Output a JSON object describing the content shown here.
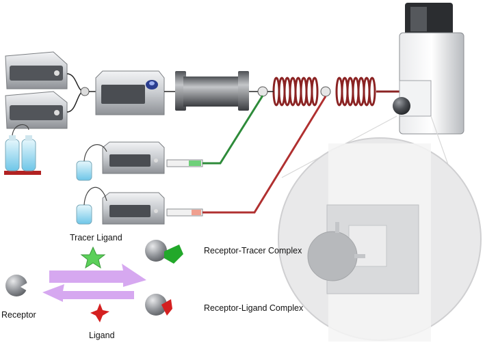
{
  "labels": {
    "tracer_ligand": "Tracer Ligand",
    "receptor_tracer_complex": "Receptor-Tracer Complex",
    "receptor": "Receptor",
    "receptor_ligand_complex": "Receptor-Ligand Complex",
    "ligand": "Ligand"
  },
  "colors": {
    "pump_body": "#c9ccd0",
    "pump_panel": "#4a4d52",
    "column": "#7d8084",
    "coil": "#8b2323",
    "tracer_line": "#2e8b3a",
    "ligand_line": "#b03030",
    "tracer_star": "#5cd05a",
    "ligand_star": "#d42020",
    "arrows": "#d6a8f0",
    "receptor": "#8a8d92",
    "bottle_liquid": "#6ec6e8"
  }
}
